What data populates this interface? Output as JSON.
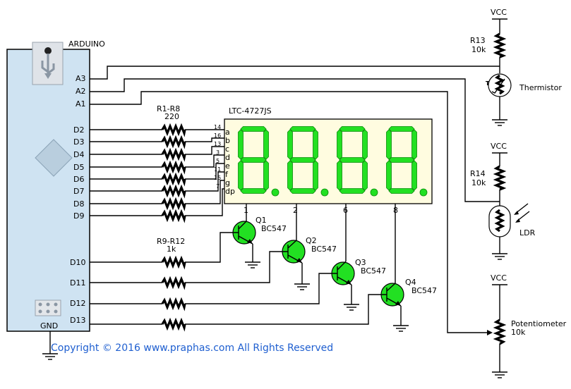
{
  "arduino": {
    "title": "ARDUINO",
    "analog_pins": [
      "A3",
      "A2",
      "A1"
    ],
    "digital_pins": [
      "D2",
      "D3",
      "D4",
      "D5",
      "D6",
      "D7",
      "D8",
      "D9"
    ],
    "driver_pins": [
      "D10",
      "D11",
      "D12",
      "D13"
    ],
    "gnd_label": "GND"
  },
  "segment_resistors": {
    "name": "R1-R8",
    "value": "220"
  },
  "digit_resistors": {
    "name": "R9-R12",
    "value": "1k"
  },
  "display": {
    "part": "LTC-4727JS",
    "segment_pin_numbers": [
      "14",
      "16",
      "13",
      "3",
      "5",
      "11",
      "15",
      "7"
    ],
    "segment_letters": [
      "a",
      "b",
      "c",
      "d",
      "e",
      "f",
      "g",
      "dp"
    ],
    "digit_pin_numbers": [
      "1",
      "2",
      "6",
      "8"
    ]
  },
  "transistors": [
    {
      "name": "Q1",
      "type": "BC547"
    },
    {
      "name": "Q2",
      "type": "BC547"
    },
    {
      "name": "Q3",
      "type": "BC547"
    },
    {
      "name": "Q4",
      "type": "BC547"
    }
  ],
  "sensors": {
    "vcc_label": "VCC",
    "r13": {
      "name": "R13",
      "value": "10k"
    },
    "thermistor": {
      "label": "Thermistor",
      "symbol_letter": "T"
    },
    "r14": {
      "name": "R14",
      "value": "10k"
    },
    "ldr": {
      "label": "LDR"
    },
    "potentiometer": {
      "label": "Potentiometer",
      "value": "10k"
    }
  },
  "colors": {
    "segment_green": "#22e022",
    "display_bg": "#fffce0",
    "copyright_blue": "#1f5fd0"
  },
  "copyright": "Copyright © 2016 www.praphas.com  All Rights Reserved"
}
